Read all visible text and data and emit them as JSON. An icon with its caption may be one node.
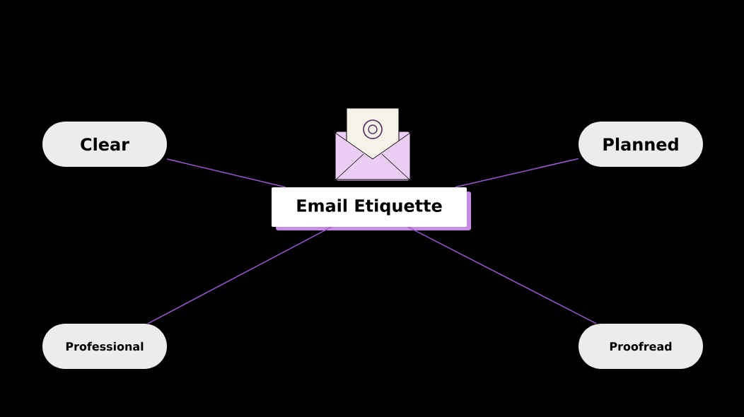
{
  "diagram": {
    "nodes": [
      {
        "text": [
          "Clear"
        ]
      },
      {
        "text": [
          "Planned"
        ]
      },
      {
        "text": [
          "Email Etiquette"
        ]
      },
      {
        "text": [
          "Professional"
        ]
      },
      {
        "text": [
          "Proofread"
        ]
      }
    ],
    "edges": [
      {
        "from": 2,
        "to": 0,
        "arrow": "none"
      },
      {
        "from": 2,
        "to": 1,
        "arrow": "none"
      },
      {
        "from": 2,
        "to": 3,
        "arrow": "none"
      },
      {
        "from": 2,
        "to": 4,
        "arrow": "none"
      }
    ]
  }
}
